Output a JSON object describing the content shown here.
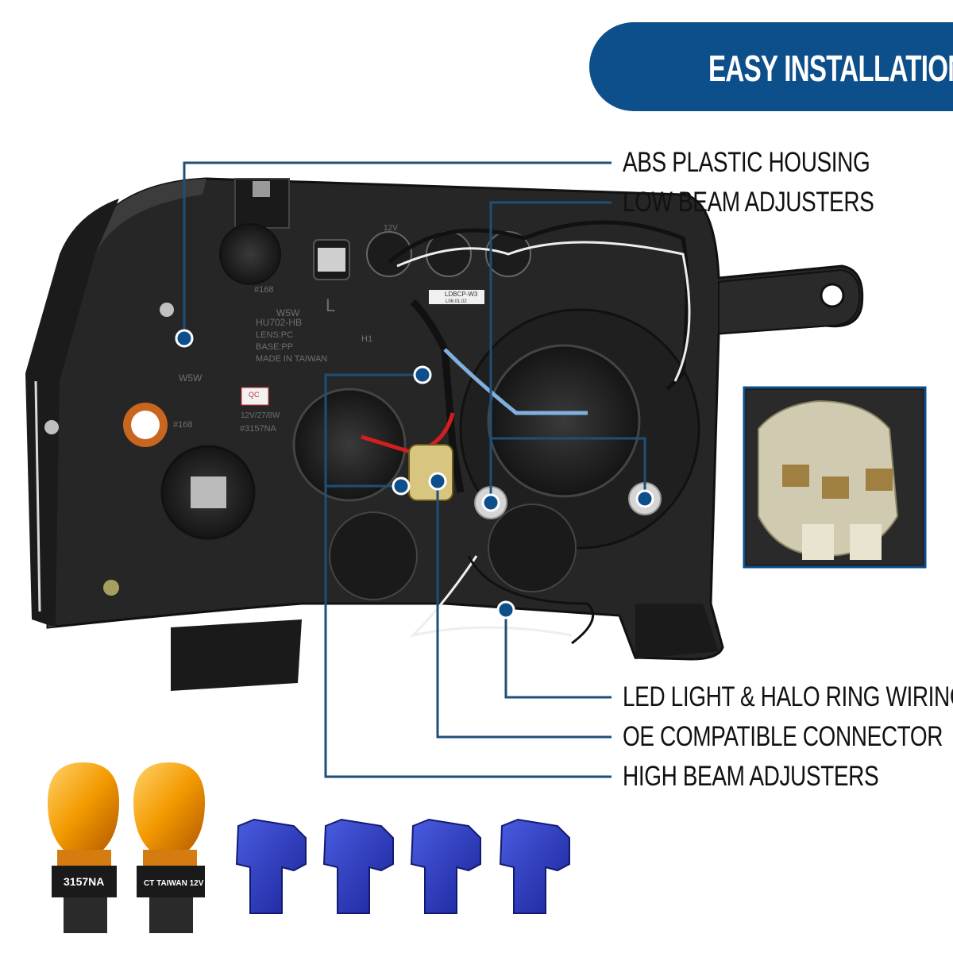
{
  "banner": {
    "title": "EASY INSTALLATION",
    "color": "#0d4f8b"
  },
  "callouts": [
    {
      "id": "abs-plastic-housing",
      "label": "ABS PLASTIC HOUSING"
    },
    {
      "id": "low-beam-adjusters",
      "label": "LOW BEAM ADJUSTERS"
    },
    {
      "id": "led-halo-wiring",
      "label": "LED LIGHT & HALO RING WIRING"
    },
    {
      "id": "oe-connector",
      "label": "OE COMPATIBLE CONNECTOR"
    },
    {
      "id": "high-beam-adjusters",
      "label": "HIGH BEAM ADJUSTERS"
    }
  ],
  "colors": {
    "leader_line": "#1f4f77",
    "marker_dot": "#0d4f8b",
    "housing": "#222222",
    "bulb_amber": "#f39a00",
    "connector_blue": "#2130b8"
  },
  "housing_markings": {
    "bulb_code_top": "#168",
    "w5w_top": "W5W",
    "side": "L",
    "part_no": "HU702-HB",
    "lens": "LENS:PC",
    "base": "BASE:PP",
    "origin": "MADE IN TAIWAN",
    "w5w_left": "W5W",
    "qc": "QC",
    "bulb_code_left": "#168",
    "spec": "12V/27/8W",
    "bulb_code_bottom": "#3157NA",
    "socket_12v": "12V",
    "h1": "H1",
    "tag": "LDBCP-W3",
    "tag_date": "L06.01.02"
  },
  "bulbs": [
    {
      "id": "bulb-1",
      "base_text": "3157NA"
    },
    {
      "id": "bulb-2",
      "base_text": "CT TAIWAN 12V"
    }
  ],
  "connectors_count": 4,
  "icons": {
    "inset": "wiring-connector-closeup",
    "main": "headlight-housing-rear-view"
  }
}
